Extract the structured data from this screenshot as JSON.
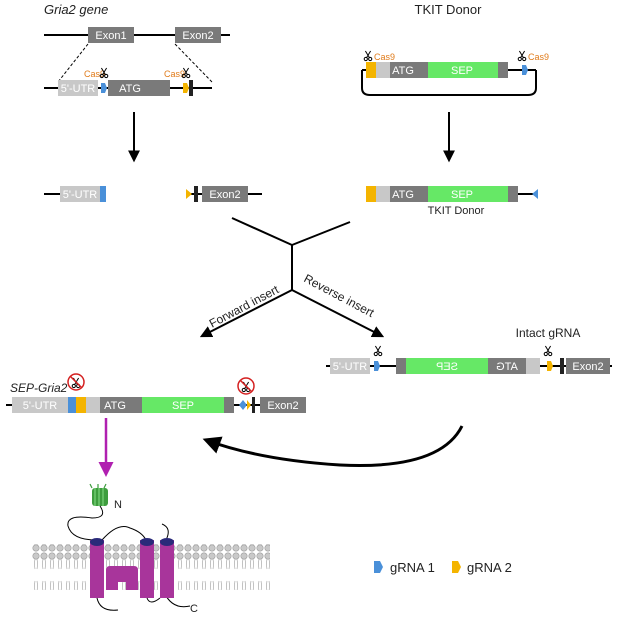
{
  "labels": {
    "gria2_gene": "Gria2 gene",
    "tkit_donor_title": "TKIT Donor",
    "tkit_donor_sub": "TKIT Donor",
    "forward_insert": "Forward insert",
    "reverse_insert": "Reverse insert",
    "intact_grna": "Intact gRNA",
    "sep_gria2": "SEP-Gria2",
    "n_term": "N",
    "c_term": "C"
  },
  "blocks": {
    "exon1": "Exon1",
    "exon2": "Exon2",
    "utr": "5'-UTR",
    "atg": "ATG",
    "sep": "SEP",
    "cas9": "Cas9"
  },
  "legend": {
    "grna1": "gRNA 1",
    "grna2": "gRNA 2"
  },
  "colors": {
    "grna1": "#4a90d9",
    "grna2": "#f4b400",
    "sep_green": "#66e866",
    "exon_gray": "#7a7a7a",
    "utr_gray": "#c8c8c8",
    "cas9_orange": "#e07b1a",
    "receptor_magenta": "#a8359b",
    "receptor_cap": "#2a2a7a",
    "arrow_magenta": "#b020b0"
  },
  "icons": {
    "scissors": "scissors-icon",
    "blocked": "no-cut-icon",
    "gfp": "gfp-barrel-icon"
  }
}
